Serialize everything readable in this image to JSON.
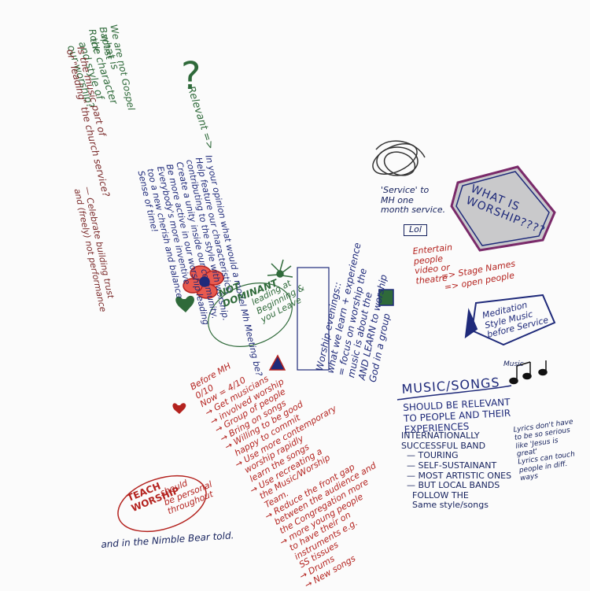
{
  "board": {
    "question_character": "what is\nthe character\nand style of\nour worship?",
    "not_gospel": "We are not Gospel\nBaptist\nRock",
    "question_mark": "?",
    "relevant": "Relevant =>",
    "music_part_of_service": "Is the music part of\nor \"leading\" the church service?",
    "opinion_block": "In your opinion what would a model Mh Meeting be?\nHelp feature our characteristics,\ncontributing to the style with worship.\nCreate a unity inside our community.\nBe more active in our worship leading\nEverybody's more inventive\ntoo a new cherish and balance\nSense of time!",
    "celebrate_note": "— Celebrate building trust\nand (freely) not performance",
    "not_dominant": "NOT\nDOMINANT",
    "leading_text": "leading at\nBeginning &\nyou Leave",
    "worship_evenings": "Worship evenings::\nwhat we learn + experience\n= focus on worship the\nmusic is about the\nAND LEARN to worship\nGod in a group",
    "service_note": "'Service' to\nMH one\nmonth service.",
    "lol": "Lol",
    "what_is_worship": "WHAT IS\nWORSHIP????",
    "entertain_block": "Entertain\npeople\nvideo or\ntheatre",
    "stage_names": "=> Stage Names",
    "open_people": "=> open people",
    "meditation": "Meditation\nStyle Music\nbefore Service",
    "before_mh_block": "Before MH\n0/10\nNow = 4/10\n→ Get musicians\n→ involved worship\n→ Group of people\n→ Bring on songs\n→ Willing to be good\n  happy to commit\n→ Use more contemporary\n  worship rapidly\n  learn the songs\n→ Use recreating a\n  the Music/Worship\n  Team.\n→ Reduce the front gap\n  between the audience and\n  the Congregation more\n→ more young people\n  to have their on\n  instruments e.g.\n  SS tissues\n→ Drums\n→ New songs",
    "music_songs_title": "MUSIC/SONGS",
    "should_be_relevant": "SHOULD BE RELEVANT\nTO PEOPLE AND THEIR\nEXPERIENCES",
    "internationally_block": "INTERNATIONALLY\nSUCCESSFUL BAND\n  — TOURING\n  — SELF-SUSTAINANT\n  — MOST ARTISTIC ONES\n  — BUT LOCAL BANDS\n    FOLLOW THE\n    Same style/songs",
    "lyrics_note": "Lyrics don't have\nto be so serious\nlike 'Jesus is\ngreat'\nLyrics can touch\npeople in diff.\nways",
    "music_note": "Music",
    "teach_worship": "TEACH\nWORSHIP",
    "teach_sub": "should\nbe personal\nthroughout",
    "bottom_line": "and in the Nimble Bear told."
  },
  "colors": {
    "green": "#2f6a3a",
    "navy": "#1f2a7a",
    "maroon": "#7a2a2a",
    "red": "#b4231f",
    "purple_pink": "#c8457a",
    "gray_fill": "#c9c9cb"
  }
}
